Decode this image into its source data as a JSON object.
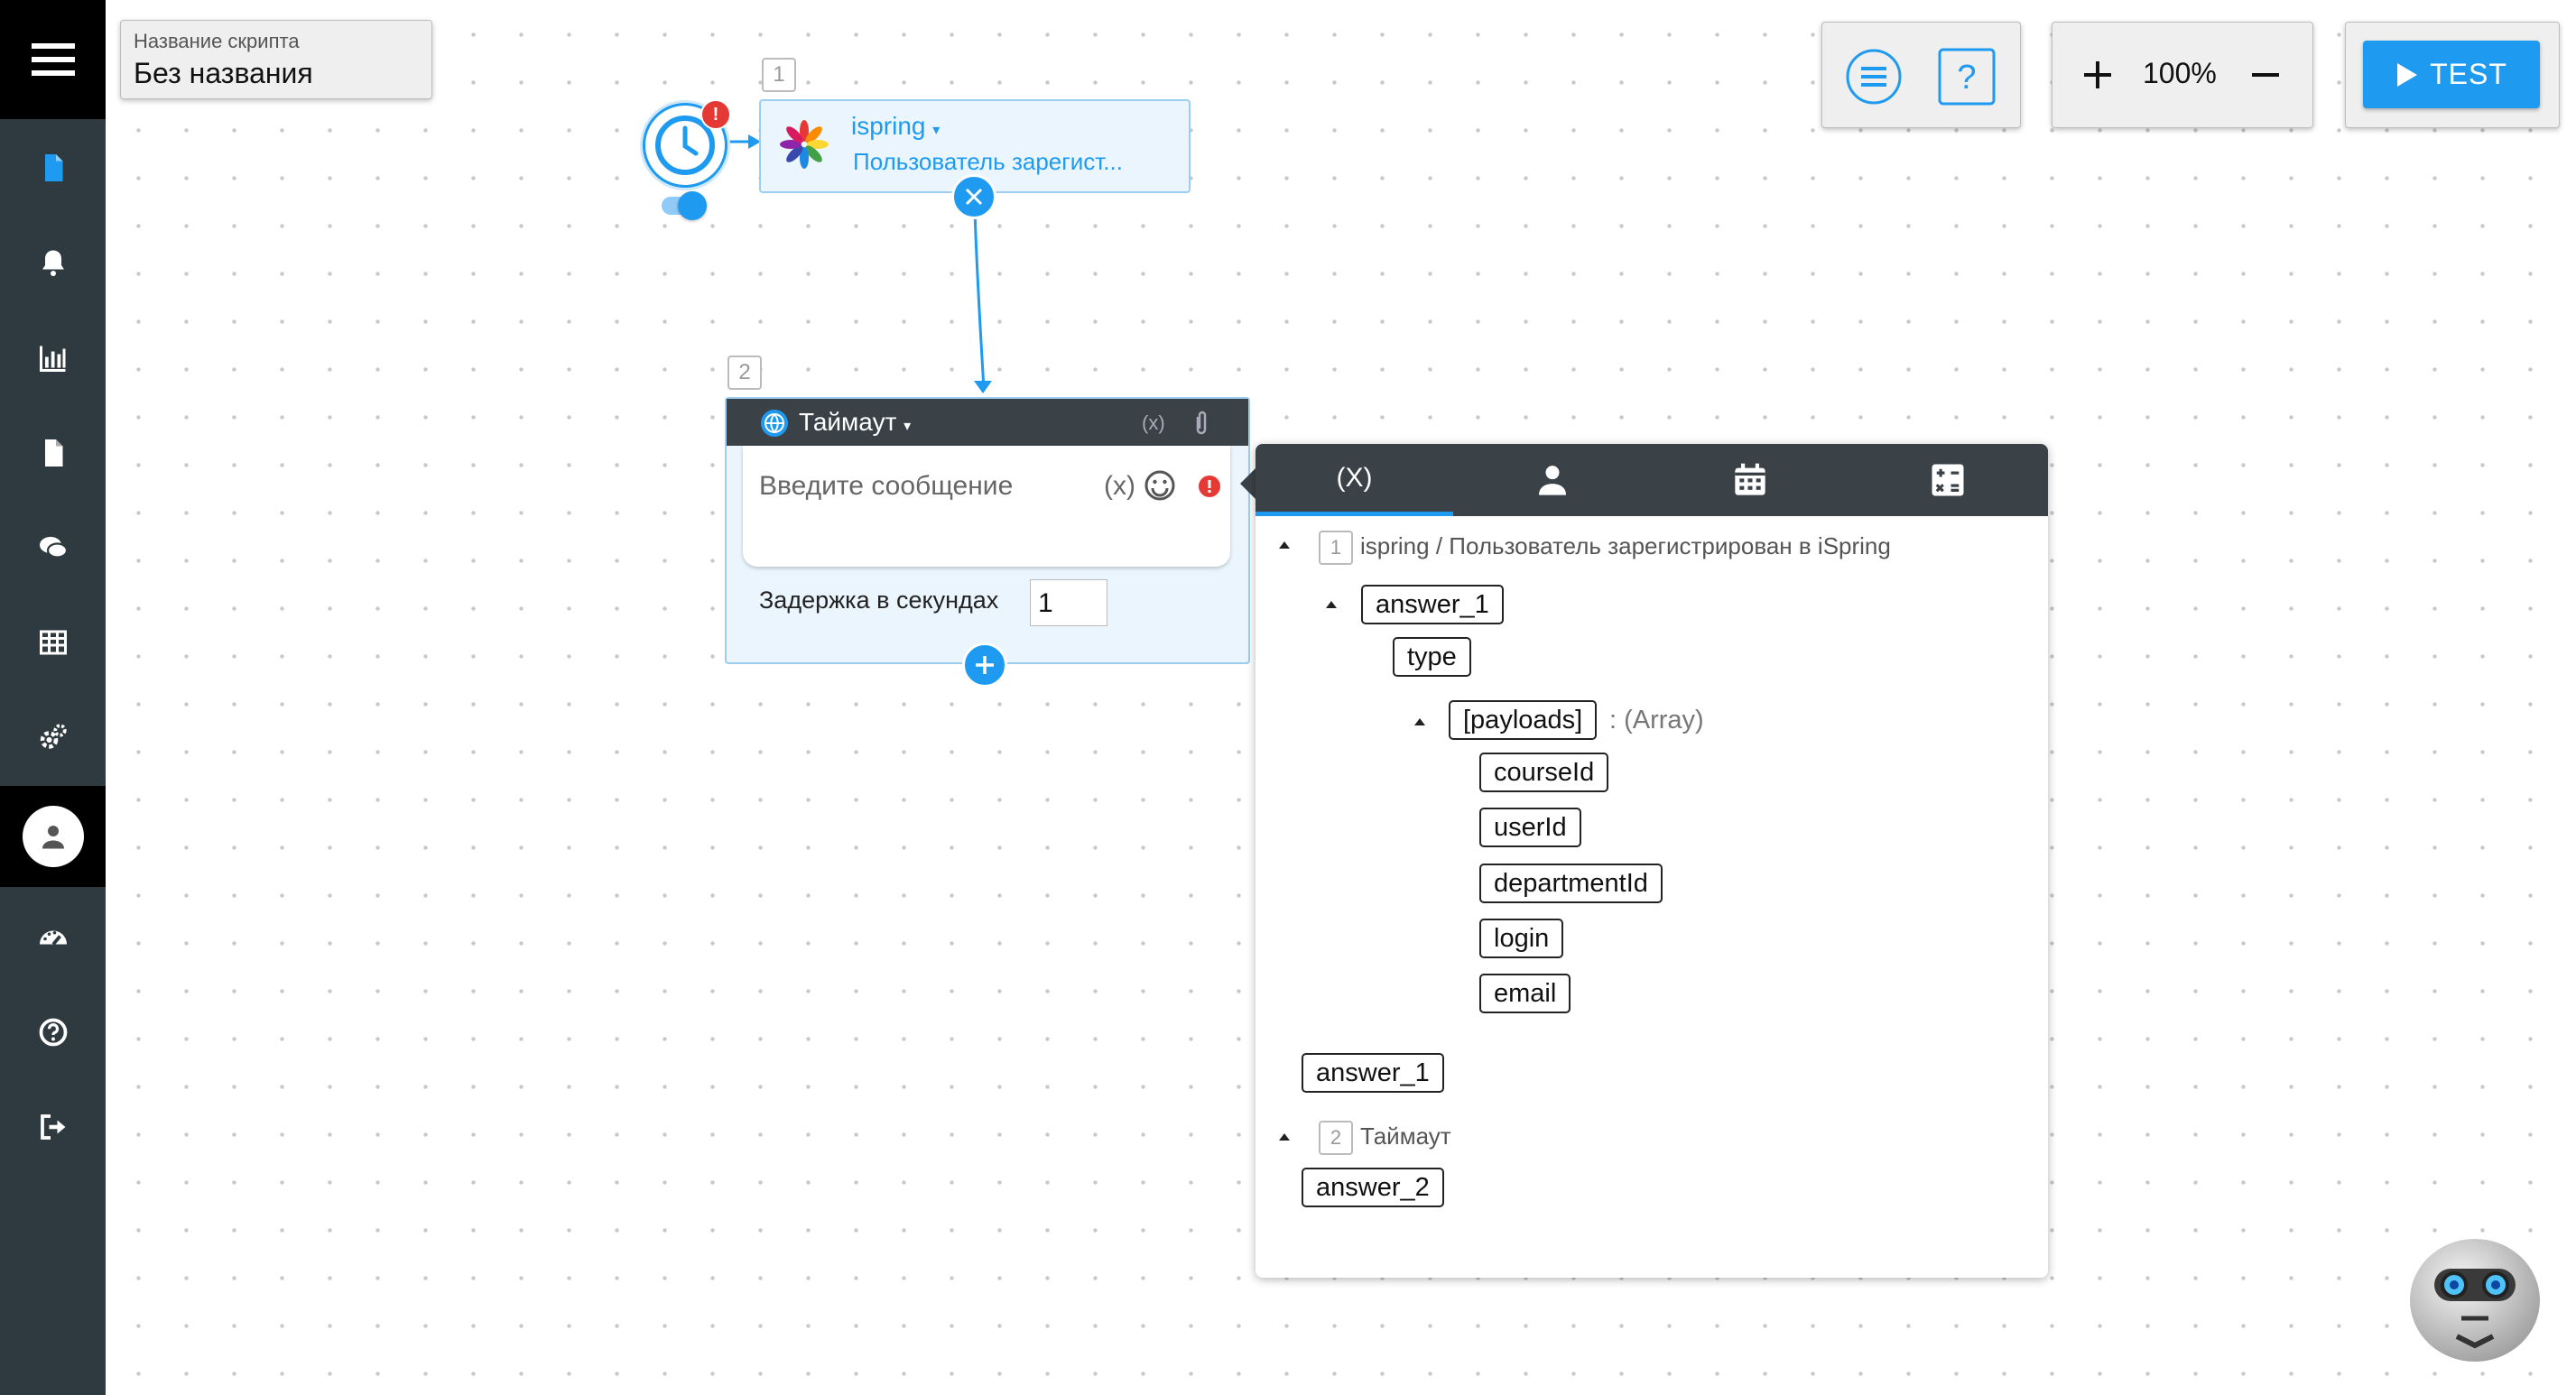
{
  "script_name": {
    "label": "Название скрипта",
    "value": "Без названия"
  },
  "toolbar": {
    "zoom": "100%",
    "test_label": "TEST"
  },
  "node1": {
    "number": "1",
    "service": "ispring",
    "event": "Пользователь зарегист...",
    "alert": "!"
  },
  "node2": {
    "number": "2",
    "title": "Таймаут",
    "var_marker": "(x)",
    "message_placeholder": "Введите сообщение",
    "message_var_marker": "(x)",
    "delay_label": "Задержка в секундах",
    "delay_value": "1"
  },
  "variables_panel": {
    "tabs": [
      "(X)",
      "user-icon",
      "calendar-icon",
      "calculator-icon"
    ],
    "group1": {
      "number": "1",
      "title": "ispring / Пользователь зарегистрирован в iSpring",
      "root": "answer_1",
      "type": "type",
      "payloads": "[payloads]",
      "payloads_type": ": (Array)",
      "payload_fields": [
        "courseId",
        "userId",
        "departmentId",
        "login",
        "email"
      ]
    },
    "standalone": "answer_1",
    "group2": {
      "number": "2",
      "title": "Таймаут",
      "var": "answer_2"
    }
  },
  "colors": {
    "accent": "#1e9bf0",
    "sidebar": "#2f3a40",
    "header_dark": "#3a4248",
    "alert": "#e53935"
  }
}
